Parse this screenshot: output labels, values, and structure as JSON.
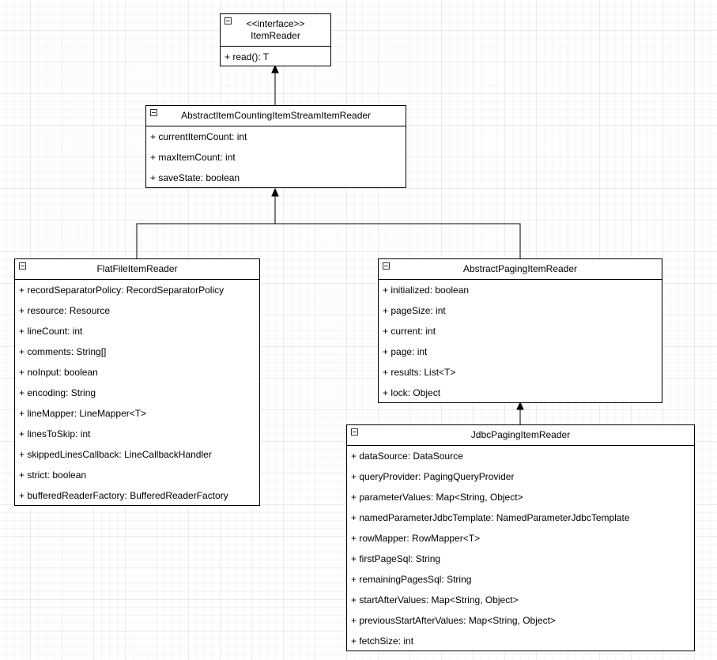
{
  "classes": {
    "item_reader": {
      "stereotype": "<<interface>>",
      "name": "ItemReader",
      "members": [
        "+ read(): T"
      ]
    },
    "abstract_counting": {
      "name": "AbstractItemCountingItemStreamItemReader",
      "members": [
        "+ currentItemCount: int",
        "+ maxItemCount: int",
        "+ saveState: boolean"
      ]
    },
    "flat_file": {
      "name": "FlatFileItemReader",
      "members": [
        "+ recordSeparatorPolicy: RecordSeparatorPolicy",
        "+ resource: Resource",
        "+ lineCount: int",
        "+ comments: String[]",
        "+ noInput: boolean",
        "+ encoding: String",
        "+ lineMapper: LineMapper<T>",
        "+ linesToSkip: int",
        "+ skippedLinesCallback: LineCallbackHandler",
        "+ strict: boolean",
        "+ bufferedReaderFactory: BufferedReaderFactory"
      ]
    },
    "abstract_paging": {
      "name": "AbstractPagingItemReader",
      "members": [
        "+ initialized: boolean",
        "+ pageSize: int",
        "+ current: int",
        "+ page: int",
        "+ results: List<T>",
        "+ lock: Object"
      ]
    },
    "jdbc_paging": {
      "name": "JdbcPagingItemReader",
      "members": [
        "+ dataSource: DataSource",
        "+ queryProvider: PagingQueryProvider",
        "+ parameterValues: Map<String, Object>",
        "+ namedParameterJdbcTemplate: NamedParameterJdbcTemplate",
        "+ rowMapper: RowMapper<T>",
        "+ firstPageSql: String",
        "+ remainingPagesSql: String",
        "+ startAfterValues: Map<String, Object>",
        "+ previousStartAfterValues: Map<String, Object>",
        "+ fetchSize: int"
      ]
    }
  },
  "relations": [
    {
      "from": "abstract_counting",
      "to": "item_reader",
      "type": "generalization"
    },
    {
      "from": "flat_file",
      "to": "abstract_counting",
      "type": "generalization"
    },
    {
      "from": "abstract_paging",
      "to": "abstract_counting",
      "type": "generalization"
    },
    {
      "from": "jdbc_paging",
      "to": "abstract_paging",
      "type": "generalization"
    }
  ]
}
